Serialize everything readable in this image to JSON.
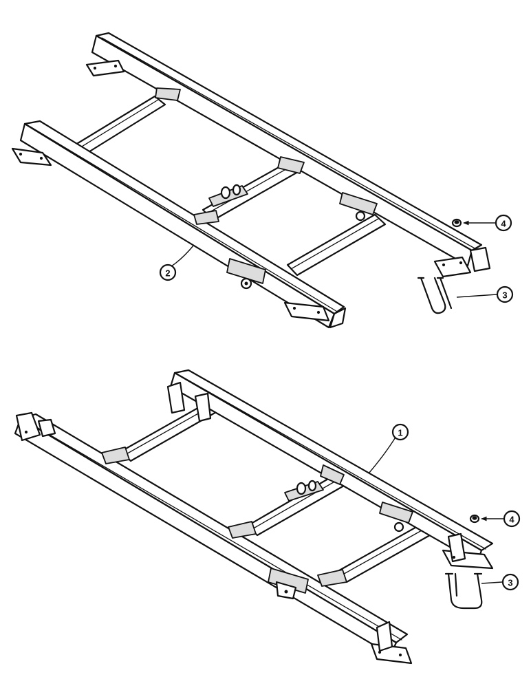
{
  "callouts": {
    "top_frame_label": "2",
    "top_nut_label": "4",
    "top_ubolt_label": "3",
    "bottom_frame_label": "1",
    "bottom_nut_label": "4",
    "bottom_ubolt_label": "3"
  }
}
